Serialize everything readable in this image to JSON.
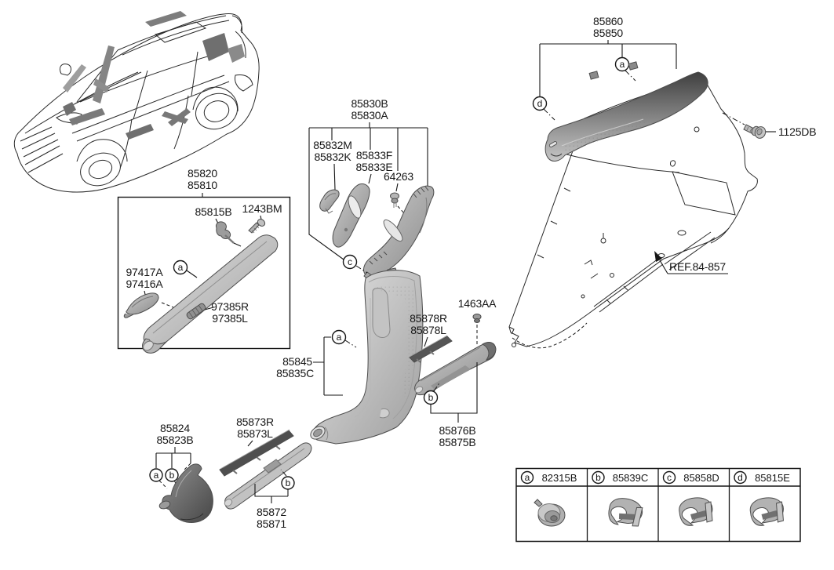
{
  "diagram_kind": "vehicle interior trim exploded parts diagram",
  "labels": {
    "85820": "85820",
    "85810": "85810",
    "85815B": "85815B",
    "1243BM": "1243BM",
    "97417A": "97417A",
    "97416A": "97416A",
    "97385R": "97385R",
    "97385L": "97385L",
    "85830B": "85830B",
    "85830A": "85830A",
    "85832M": "85832M",
    "85832K": "85832K",
    "85833F": "85833F",
    "85833E": "85833E",
    "64263": "64263",
    "85845": "85845",
    "85835C": "85835C",
    "85878R": "85878R",
    "85878L": "85878L",
    "1463AA": "1463AA",
    "85876B": "85876B",
    "85875B": "85875B",
    "85824": "85824",
    "85823B": "85823B",
    "85873R": "85873R",
    "85873L": "85873L",
    "85872": "85872",
    "85871": "85871",
    "85860": "85860",
    "85850": "85850",
    "1125DB": "1125DB",
    "ref_84_857": "REF.84-857"
  },
  "callouts": {
    "a": "a",
    "b": "b",
    "c": "c",
    "d": "d"
  },
  "legend": {
    "items": [
      {
        "letter": "a",
        "code": "82315B",
        "icon": "push-pin-grommet"
      },
      {
        "letter": "b",
        "code": "85839C",
        "icon": "spring-clip"
      },
      {
        "letter": "c",
        "code": "85858D",
        "icon": "spring-clip"
      },
      {
        "letter": "d",
        "code": "85815E",
        "icon": "spring-clip"
      }
    ]
  },
  "colors": {
    "background": "#ffffff",
    "line": "#161616",
    "trim_light": "#d8d8d8",
    "trim_mid": "#a9a9a9",
    "trim_dark": "#565656"
  }
}
